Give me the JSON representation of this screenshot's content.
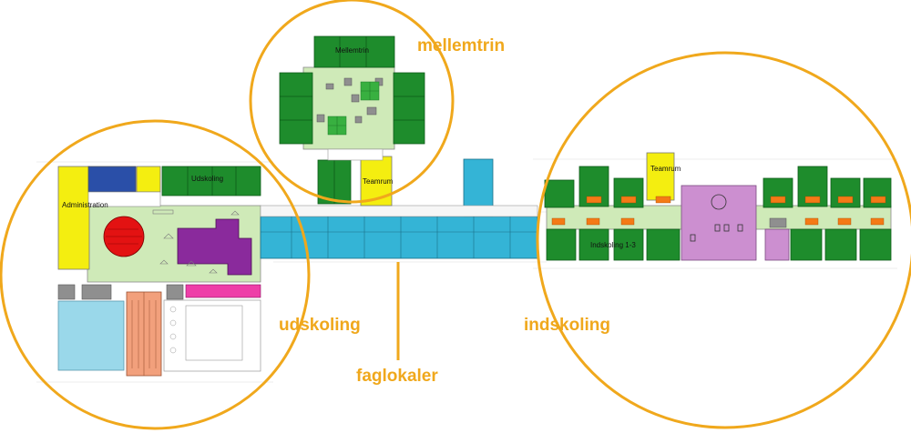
{
  "zones": {
    "mellemtrin": "mellemtrin",
    "udskoling": "udskoling",
    "faglokaler": "faglokaler",
    "indskoling": "indskoling"
  },
  "rooms": {
    "mellemtrin": "Mellemtrin",
    "teamrum_mid": "Teamrum",
    "udskoling": "Udskoling",
    "administration": "Administration",
    "teamrum_right": "Teamrum",
    "indskoling": "Indskoling 1-3"
  },
  "colors": {
    "highlight_circle": "#f0a81c",
    "classroom_green": "#1e8c2c",
    "common_area": "#cfeab8",
    "teamrum_yellow": "#f4ee10",
    "faglokaler_blue": "#34b4d6",
    "udskoling_purple": "#8a2a9c",
    "indskoling_purple": "#cc8fd0",
    "red_circle": "#e31212",
    "dark_blue": "#2a4fa8",
    "salmon": "#f2a07c",
    "magenta": "#ee3ea8",
    "light_blue": "#9ad8ea",
    "orange": "#f47a16"
  }
}
